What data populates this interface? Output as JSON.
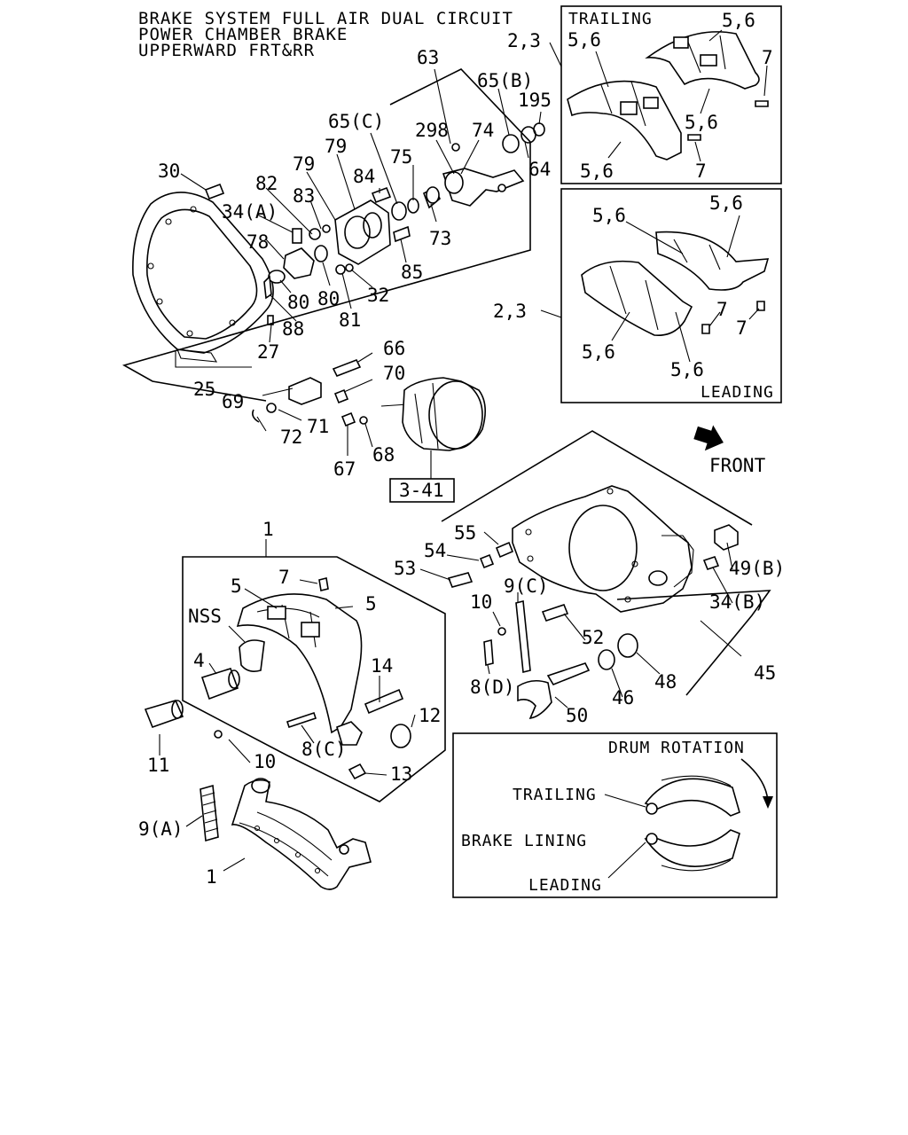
{
  "title_lines": [
    "BRAKE SYSTEM FULL AIR DUAL CIRCUIT",
    "POWER CHAMBER BRAKE",
    "UPPERWARD FRT&RR"
  ],
  "insets": {
    "trailing": "TRAILING",
    "leading": "LEADING",
    "drum_rotation": "DRUM ROTATION",
    "dr_trailing": "TRAILING",
    "dr_brake_lining": "BRAKE LINING",
    "dr_leading": "LEADING"
  },
  "front_label": "FRONT",
  "ref_box": "3-41",
  "callouts": {
    "c63": "63",
    "c65b": "65(B)",
    "c195": "195",
    "c298": "298",
    "c74": "74",
    "c64": "64",
    "c65c": "65(C)",
    "c79a": "79",
    "c79b": "79",
    "c75": "75",
    "c84": "84",
    "c30": "30",
    "c82": "82",
    "c83": "83",
    "c34a": "34(A)",
    "c73": "73",
    "c78": "78",
    "c85": "85",
    "c32": "32",
    "c80a": "80",
    "c80b": "80",
    "c81": "81",
    "c88": "88",
    "c27": "27",
    "c25": "25",
    "c66": "66",
    "c70": "70",
    "c69": "69",
    "c71": "71",
    "c72": "72",
    "c67": "67",
    "c68": "68",
    "c23a": "2,3",
    "c56a": "5,6",
    "c56b": "5,6",
    "c7a": "7",
    "c56c": "5,6",
    "c56d": "5,6",
    "c7b": "7",
    "c23b": "2,3",
    "c56e": "5,6",
    "c56f": "5,6",
    "c7c": "7",
    "c7d": "7",
    "c56g": "5,6",
    "c56h": "5,6",
    "c1top": "1",
    "c7e": "7",
    "c5a": "5",
    "c5b": "5",
    "cnss": "NSS",
    "c4": "4",
    "c14": "14",
    "c12": "12",
    "c8c": "8(C)",
    "c10a": "10",
    "c13": "13",
    "c11": "11",
    "c9a": "9(A)",
    "c1bot": "1",
    "c55": "55",
    "c54": "54",
    "c53": "53",
    "c9c": "9(C)",
    "c10b": "10",
    "c8d": "8(D)",
    "c52": "52",
    "c50": "50",
    "c46": "46",
    "c48": "48",
    "c45": "45",
    "c49b": "49(B)",
    "c34b": "34(B)"
  }
}
